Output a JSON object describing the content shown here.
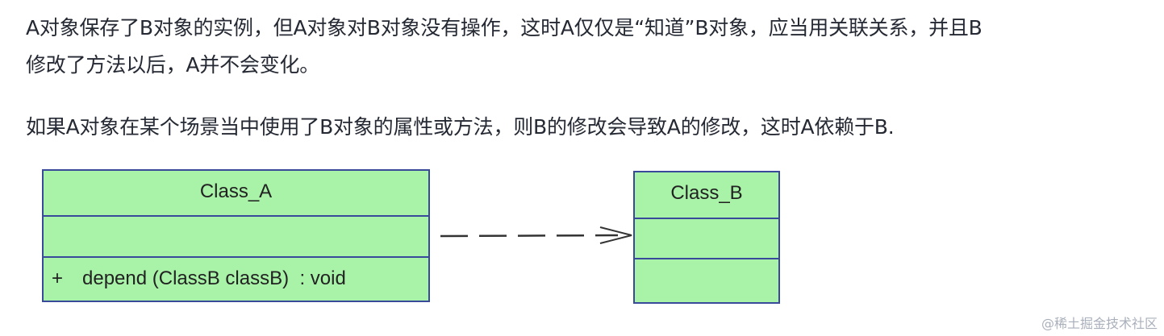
{
  "article": {
    "paragraph1_line1": "A对象保存了B对象的实例，但A对象对B对象没有操作，这时A仅仅是“知道”B对象，应当用关联关系，并且B",
    "paragraph1_line2": "修改了方法以后，A并不会变化。",
    "paragraph2": "如果A对象在某个场景当中使用了B对象的属性或方法，则B的修改会导致A的修改，这时A依赖于B."
  },
  "diagram": {
    "class_a": {
      "name": "Class_A",
      "operations": [
        {
          "visibility": "+",
          "signature": "depend (ClassB classB)  : void"
        }
      ]
    },
    "class_b": {
      "name": "Class_B"
    },
    "relationship": "dependency",
    "colors": {
      "class_fill": "#a8f3a8",
      "class_border": "#3a4a9a",
      "arrow": "#333333"
    }
  },
  "watermark": "@稀土掘金技术社区"
}
